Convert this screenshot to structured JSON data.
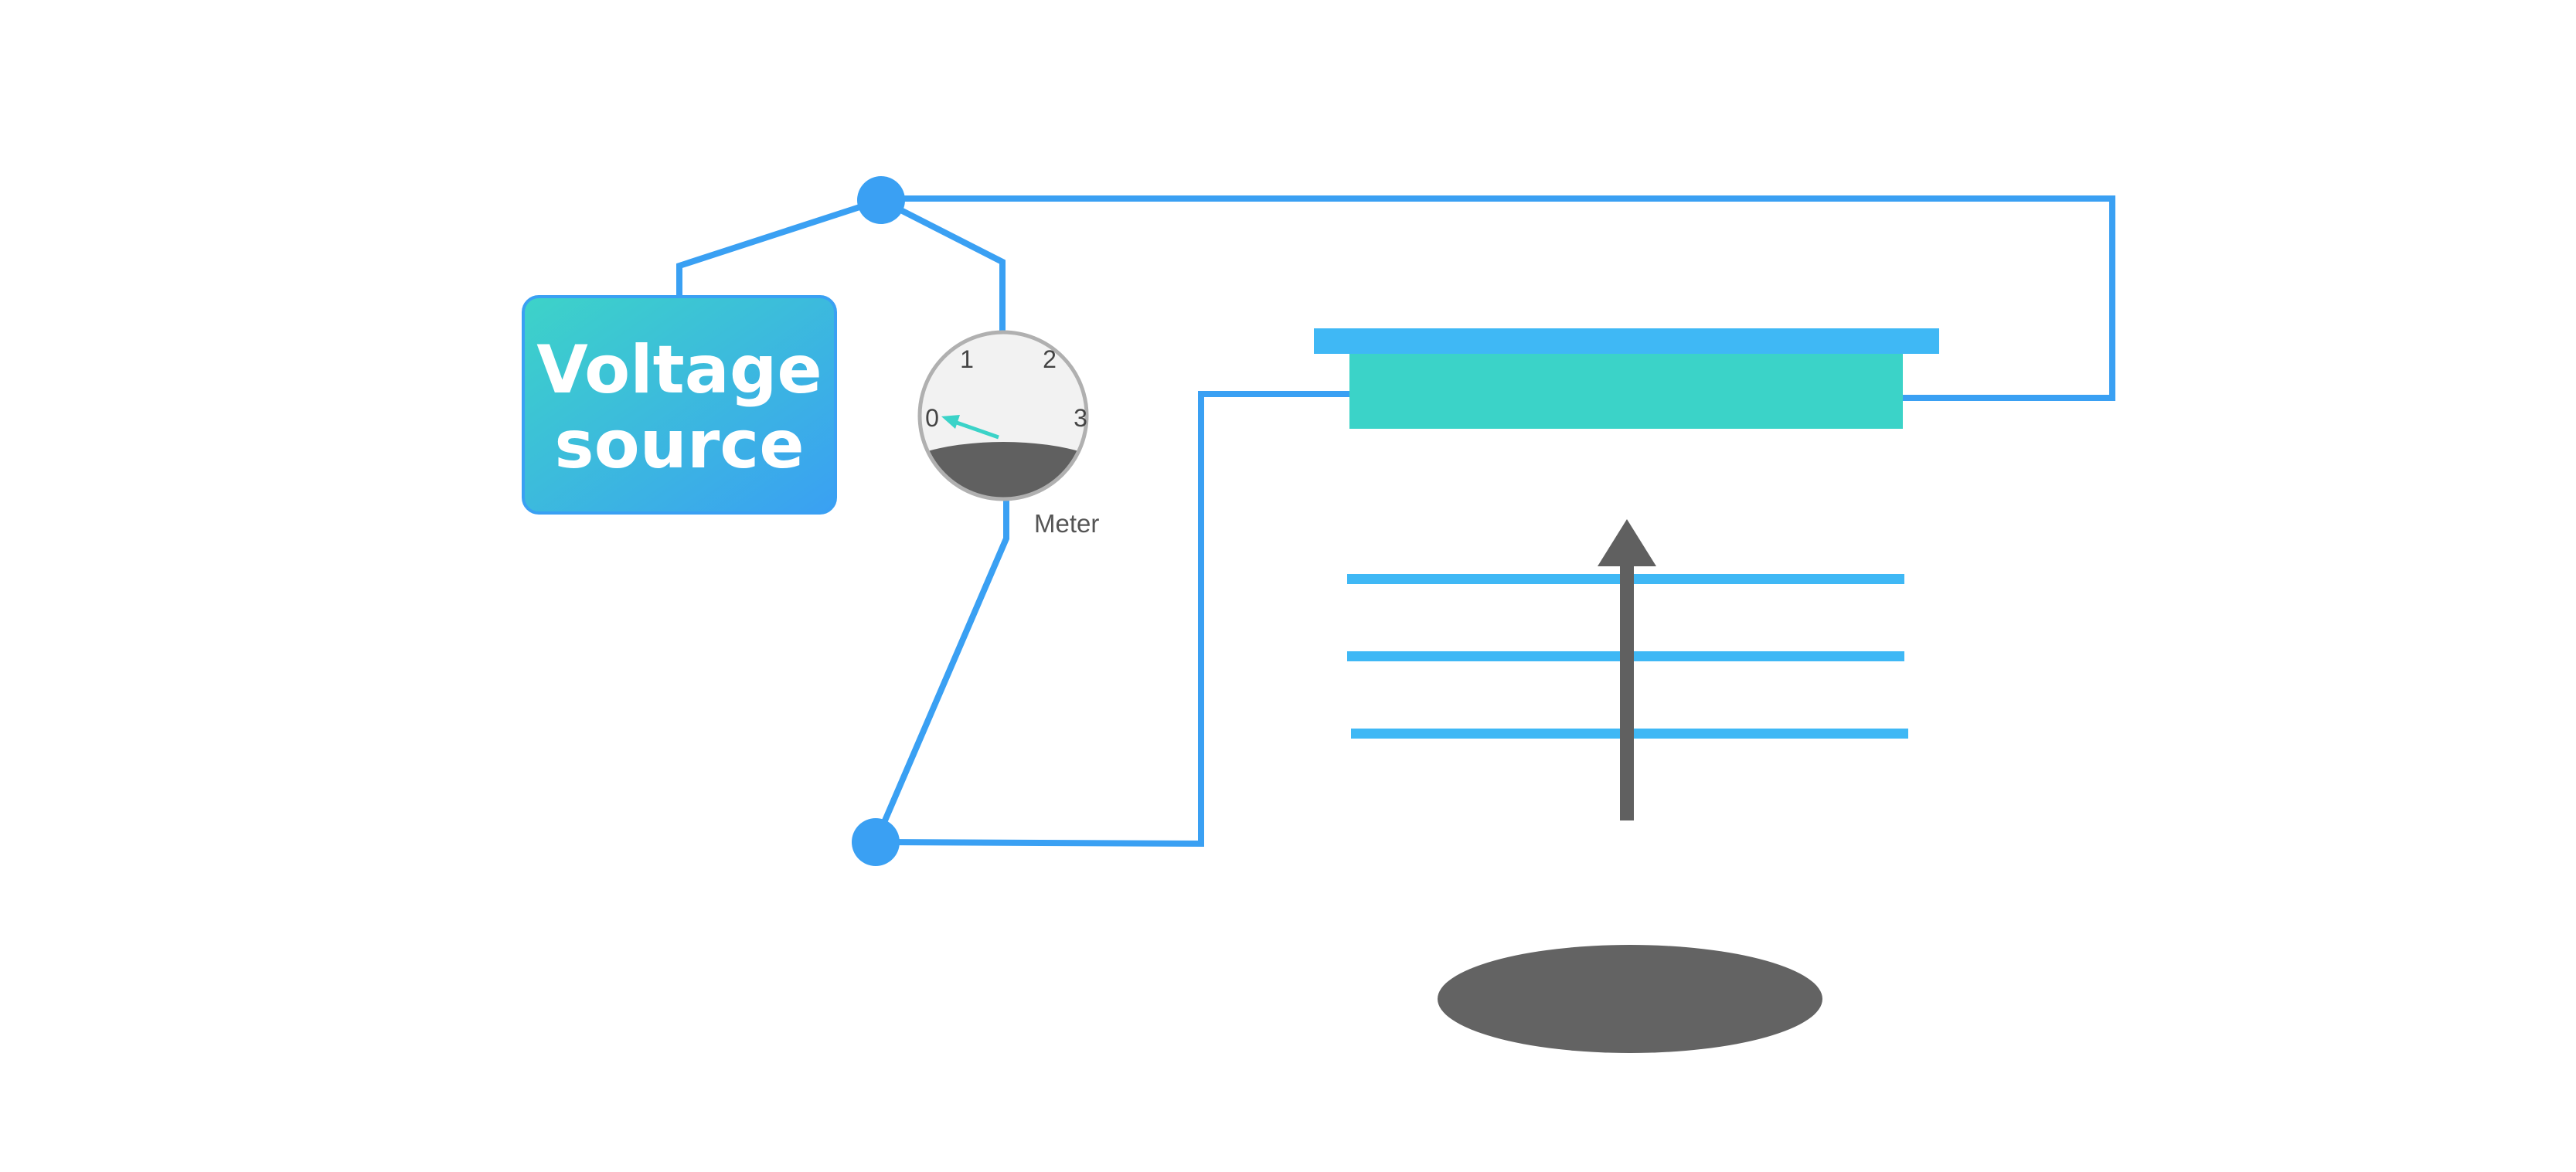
{
  "voltage_source": {
    "line1": "Voltage",
    "line2": "source"
  },
  "meter": {
    "label": "Meter",
    "scale": [
      "0",
      "1",
      "2",
      "3"
    ],
    "reading": 0
  },
  "colors": {
    "wire": "#3aa0f3",
    "node": "#3aa0f3",
    "source_gradient_start": "#3dd3c8",
    "source_gradient_end": "#3aa0f3",
    "top_plate": "#3fb8f5",
    "sample_plate": "#3bd3c8",
    "field_lines": "#3fb8f5",
    "arrow": "#606060",
    "base_disk": "#636363",
    "meter_face": "#f2f2f2",
    "meter_rim": "#b0b0b0",
    "meter_dark": "#606060",
    "needle": "#3bd3c8"
  }
}
